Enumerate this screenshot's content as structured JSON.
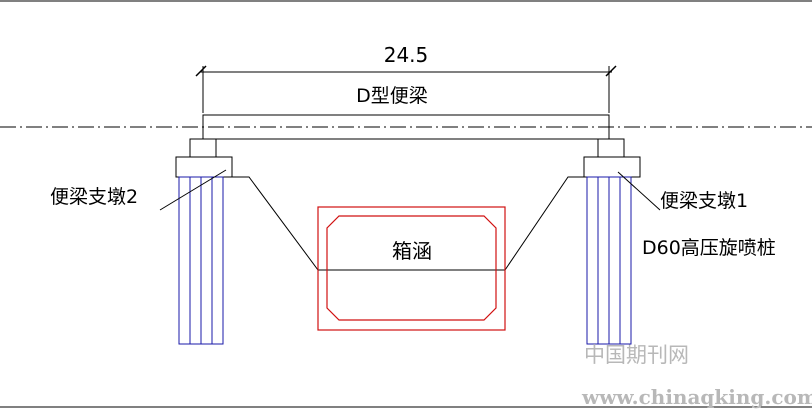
{
  "dimension": {
    "value": "24.5"
  },
  "beam": {
    "label": "D型便梁"
  },
  "labels": {
    "pier_left": "便梁支墩2",
    "pier_right": "便梁支墩1",
    "culvert": "箱涵",
    "piles": "D60高压旋喷桩"
  },
  "watermark": {
    "cn": "中国期刊网",
    "url": "www.chinaqking.com"
  },
  "colors": {
    "line": "#000000",
    "pile": "#1a1aa8",
    "culvert": "#d01010",
    "watermark": "#b8b8b8"
  }
}
